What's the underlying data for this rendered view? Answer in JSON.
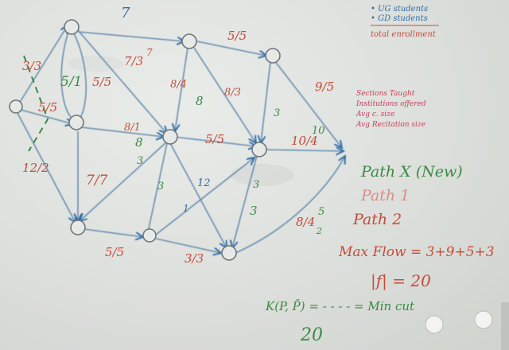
{
  "whiteboard": {
    "colors": {
      "blue": "#2f6da6",
      "red": "#c94a3b",
      "green": "#3a8a45",
      "pink": "#cc3f5a",
      "gray_node": "#7a7f85",
      "marker_black": "#2b2b2b"
    },
    "top_capacity": "7",
    "edge_labels": {
      "e_3_3": "3/3",
      "e_5_5_left": "5/5",
      "e_5_1": "5/1",
      "e_5_5_mid": "5/5",
      "e_7_3": "7/3",
      "e_7_top": "7",
      "e_5_5_top": "5/5",
      "e_9_5": "9/5",
      "e_8_3": "8/3",
      "e_8_4": "8/4",
      "e_8_2": "8",
      "e_3_center": "3",
      "e_8_1": "8/1",
      "e_8_1b": "8",
      "e_5_5_center": "5/5",
      "e_10_4": "10/4",
      "e_10": "10",
      "e_12_2": "12/2",
      "e_7_7": "7/7",
      "e_3_low": "3",
      "e_3_low2": "3",
      "e_12": "12",
      "e_3_right": "3",
      "e_3_right2": "3",
      "e_5_5_bottom": "5/5",
      "e_3_3_bottom": "3/3",
      "e_8_4b": "8/4",
      "e_5": "5",
      "e_1": "1",
      "e_2": "2"
    },
    "legend_lines": [
      "• UG students",
      "• GD students",
      "total enrollment"
    ],
    "notes_lines": [
      "Sections Taught",
      "Institutions offered",
      "Avg c. size",
      "Avg Recitation size"
    ],
    "path_new": "Path X (New)",
    "path_1": "Path 1",
    "path_2": "Path 2",
    "max_flow": "Max Flow = 3+9+5+3",
    "f_value": "|f| = 20",
    "cut_line": "K(P, P̄) = - - - - = Min cut",
    "cut_value": "20"
  }
}
